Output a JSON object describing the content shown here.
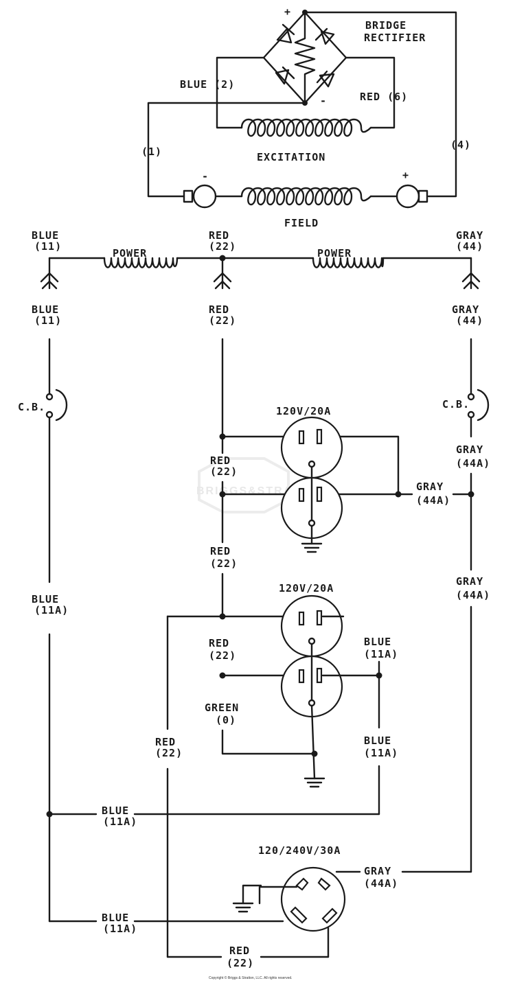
{
  "rectifier": {
    "title1": "BRIDGE",
    "title2": "RECTIFIER",
    "plus": "+",
    "minus": "-"
  },
  "excitation": {
    "label": "EXCITATION",
    "blue_wire": "BLUE (2)",
    "red_wire": "RED (6)"
  },
  "field": {
    "label": "FIELD",
    "left_wire": "(1)",
    "right_wire": "(4)",
    "minus": "-",
    "plus": "+"
  },
  "power": {
    "left": "POWER",
    "right": "POWER"
  },
  "wires": {
    "blue": "BLUE",
    "red": "RED",
    "gray": "GRAY",
    "green": "GREEN",
    "n11": "(11)",
    "n22": "(22)",
    "n44": "(44)",
    "n11a": "(11A)",
    "n44a": "(44A)",
    "n0": "(0)"
  },
  "breakers": {
    "left": "C.B.",
    "right": "C.B."
  },
  "outlets": {
    "upper": "120V/20A",
    "lower": "120V/20A",
    "twistlock": "120/240V/30A"
  },
  "watermark": "BRIGGS&STRATTON",
  "copyright": "Copyright © Briggs & Stratton, LLC. All rights reserved."
}
